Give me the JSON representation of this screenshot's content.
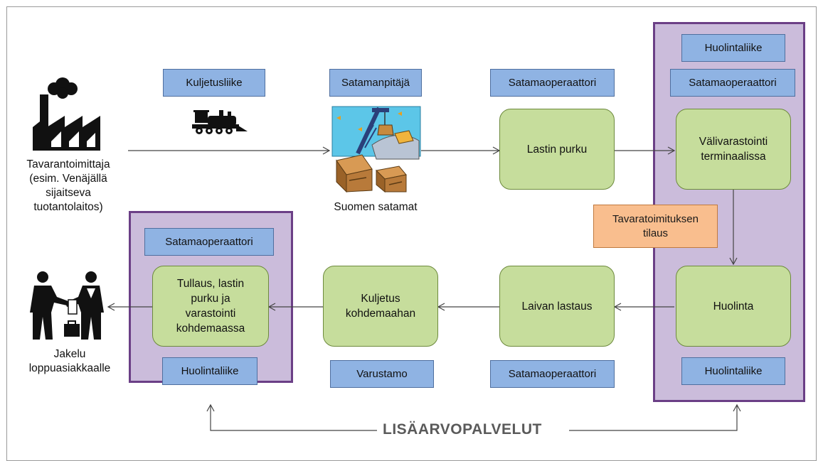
{
  "supplier": {
    "caption": "Tavarantoimittaja\n(esim. Venäjällä\nsijaitseva\ntuotantolaitos)"
  },
  "distribution": {
    "caption": "Jakelu\nloppuasiakkaalle"
  },
  "ports": {
    "caption": "Suomen satamat"
  },
  "roles": {
    "kuljetusliike": "Kuljetusliike",
    "satamanpitaja": "Satamanpitäjä",
    "satamaoperaattori_top": "Satamaoperaattori",
    "huolintaliike_right_top": "Huolintaliike",
    "satamaoperaattori_right": "Satamaoperaattori",
    "huolintaliike_right_bottom": "Huolintaliike",
    "satamaoperaattori_bottom": "Satamaoperaattori",
    "varustamo": "Varustamo",
    "huolintaliike_left": "Huolintaliike",
    "satamaoperaattori_left": "Satamaoperaattori"
  },
  "processes": {
    "lastin_purku": "Lastin purku",
    "valivarastointi": "Välivarastointi terminaalissa",
    "huolinta": "Huolinta",
    "laivan_lastaus": "Laivan lastaus",
    "kuljetus": "Kuljetus kohdemaahan",
    "tullaus": "Tullaus, lastin purku ja varastointi kohdemaassa"
  },
  "order": {
    "label": "Tavaratoimituksen tilaus"
  },
  "value_added": {
    "label": "LISÄARVOPALVELUT"
  },
  "colors": {
    "role_fill": "#8fb3e3",
    "process_fill": "#c6dd9c",
    "group_fill": "#cbbcdb",
    "group_border": "#6b3f86",
    "order_fill": "#f9be8e"
  },
  "icons": [
    "factory-icon",
    "train-icon",
    "port-clipart-icon",
    "handshake-icon"
  ]
}
